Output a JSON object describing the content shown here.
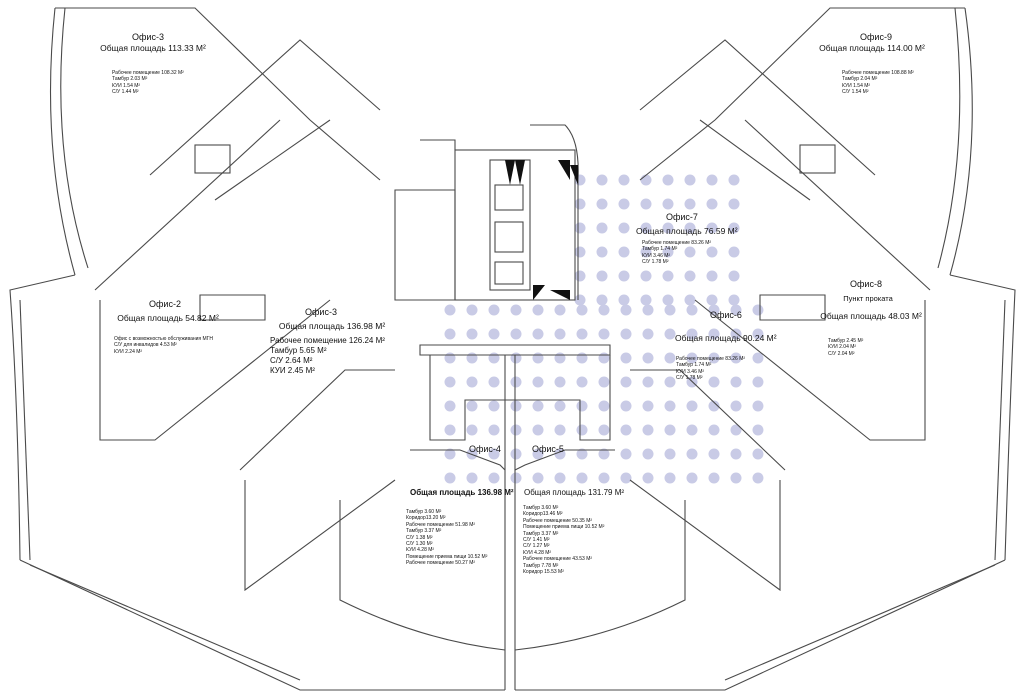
{
  "offices": {
    "of3_top": {
      "name": "Офис-3",
      "area": "Общая площадь 113.33 М²",
      "details": [
        "Рабочее помещение 108.32 М²",
        "Тамбур 2.03 М²",
        "КУИ 1.54 М²",
        "С/У 1.44 М²"
      ]
    },
    "of9": {
      "name": "Офис-9",
      "area": "Общая площадь 114.00 М²",
      "details": [
        "Рабочее помещение 108.88 М²",
        "Тамбур 2.04 М²",
        "КУИ 1.54 М²",
        "С/У 1.54 М²"
      ]
    },
    "of7": {
      "name": "Офис-7",
      "area": "Общая площадь 76.59 М²",
      "details": [
        "Рабочее помещение 83.26 М²",
        "Тамбур 1.74 М²",
        "КУИ 3.46 М²",
        "С/У 1.78 М²"
      ]
    },
    "of8": {
      "name": "Офис-8",
      "subtitle": "Пункт проката",
      "area": "Общая площадь 48.03 М²",
      "details": [
        "Тамбур 2.45 М²",
        "КУИ 2.04 М²",
        "С/У 2.04 М²"
      ]
    },
    "of6": {
      "name": "Офис-6",
      "area": "Общая площадь 90.24 М²",
      "details": [
        "Рабочее помещение 83.26 М²",
        "Тамбур 1.74 М²",
        "КУИ 3.46 М²",
        "С/У 1.78 М²"
      ]
    },
    "of2": {
      "name": "Офис-2",
      "area": "Общая площадь 54.82 М²",
      "details": [
        "Офис с возможностью обслуживания МГН",
        "С/У для инвалидов 4.53 М²",
        "КУИ 2.24 М²"
      ]
    },
    "of3_mid": {
      "name": "Офис-3",
      "area": "Общая площадь 136.98 М²",
      "details": [
        "Рабочее помещение 126.24 М²",
        "Тамбур 5.65 М²",
        "С/У 2.64 М²",
        "КУИ 2.45 М²"
      ]
    },
    "of4": {
      "name": "Офис-4",
      "area": "Общая площадь 136.98 М²",
      "details": [
        "Тамбур 3.60 М²",
        "Коридор13.20 М²",
        "Рабочее помещение 51.98 М²",
        "Тамбур 3.37 М²",
        "С/У 1.38 М²",
        "С/У 1.30 М²",
        "КУИ 4.28 М²",
        "Помещение приема пищи 10.52 М²",
        "Рабочее помещение 50.27 М²"
      ]
    },
    "of5": {
      "name": "Офис-5",
      "area": "Общая площадь 131.79 М²",
      "details": [
        "Тамбур 3.60 М²",
        "Коридор13.46 М²",
        "Рабочее помещение 50.35 М²",
        "Помещение приема пищи 10.52 М²",
        "Тамбур 3.37 М²",
        "С/У 1.41 М²",
        "С/У 1.27 М²",
        "КУИ 4.28 М²",
        "Рабочее помещение 43.53 М²",
        "Тамбур 7.78 М²",
        "Коридор 15.53 М²"
      ]
    }
  },
  "colors": {
    "wall": "#4a4a4a",
    "column": "#c9cbe6",
    "text": "#111111"
  }
}
